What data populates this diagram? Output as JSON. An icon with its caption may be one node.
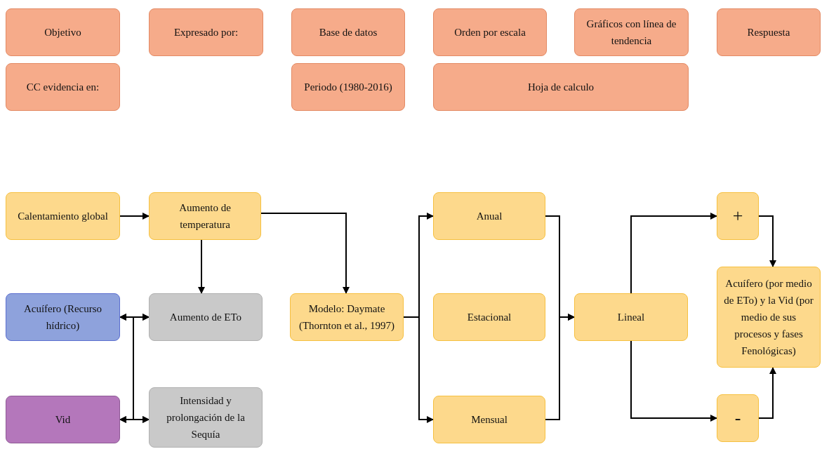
{
  "diagram": {
    "nodes": [
      {
        "text": [
          "Objetivo"
        ]
      },
      {
        "text": [
          "Expresado por:"
        ]
      },
      {
        "text": [
          "Base de datos"
        ]
      },
      {
        "text": [
          "Orden por escala"
        ]
      },
      {
        "text": [
          "Gráficos con línea de tendencia"
        ]
      },
      {
        "text": [
          "Respuesta"
        ]
      },
      {
        "text": [
          "CC evidencia en:"
        ]
      },
      {
        "text": [
          "Periodo (1980-2016)"
        ]
      },
      {
        "text": [
          "Hoja de calculo"
        ]
      },
      {
        "text": [
          "Calentamiento global"
        ]
      },
      {
        "text": [
          "Aumento de temperatura"
        ]
      },
      {
        "text": [
          "Acuífero (Recurso hídrico)"
        ]
      },
      {
        "text": [
          "Aumento de ETo"
        ]
      },
      {
        "text": [
          "Modelo: Daymate (Thornton et al., 1997)"
        ]
      },
      {
        "text": [
          "Vid"
        ]
      },
      {
        "text": [
          "Intensidad y prolongación de la Sequía"
        ]
      },
      {
        "text": [
          "Anual"
        ]
      },
      {
        "text": [
          "Estacional"
        ]
      },
      {
        "text": [
          "Mensual"
        ]
      },
      {
        "text": [
          "Lineal"
        ]
      },
      {
        "text": [
          "+"
        ]
      },
      {
        "text": [
          "Acuífero (por medio de ETo) y la Vid (por medio de sus procesos y fases Fenológicas)"
        ]
      },
      {
        "text": [
          "-"
        ]
      }
    ],
    "edges": [
      {
        "from": 9,
        "to": 10,
        "arrow": "to"
      },
      {
        "from": 10,
        "to": 12,
        "arrow": "to"
      },
      {
        "from": 10,
        "to": 13,
        "arrow": "to"
      },
      {
        "from": 11,
        "to": 12,
        "arrow": "both"
      },
      {
        "from": 11,
        "to": 15,
        "arrow": "both"
      },
      {
        "from": 14,
        "to": 12,
        "arrow": "both"
      },
      {
        "from": 14,
        "to": 15,
        "arrow": "both"
      },
      {
        "from": 13,
        "to": 16,
        "arrow": "to"
      },
      {
        "from": 13,
        "to": 18,
        "arrow": "to"
      },
      {
        "from": 16,
        "to": 19,
        "arrow": "to"
      },
      {
        "from": 18,
        "to": 19,
        "arrow": "to"
      },
      {
        "from": 19,
        "to": 20,
        "arrow": "to"
      },
      {
        "from": 19,
        "to": 22,
        "arrow": "to"
      },
      {
        "from": 20,
        "to": 21,
        "arrow": "to"
      },
      {
        "from": 22,
        "to": 21,
        "arrow": "to"
      }
    ]
  }
}
